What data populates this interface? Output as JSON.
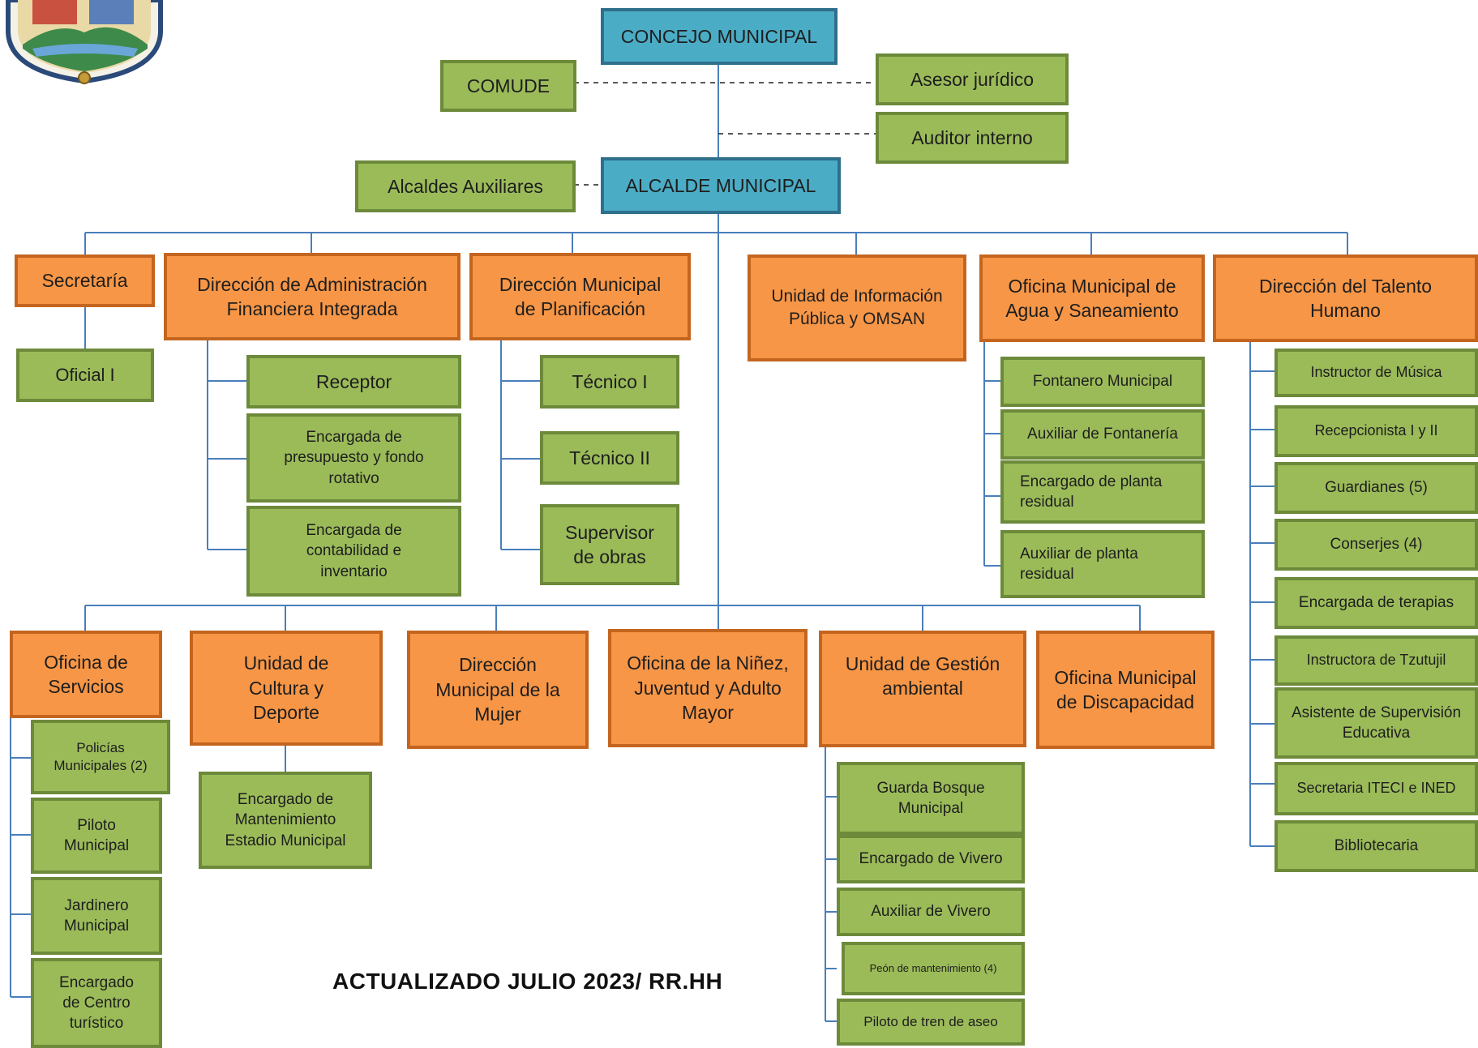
{
  "nodes": {
    "concejo": "CONCEJO MUNICIPAL",
    "comude": "COMUDE",
    "asesor": "Asesor jurídico",
    "auditor": "Auditor interno",
    "alcaldes_aux": "Alcaldes Auxiliares",
    "alcalde": "ALCALDE MUNICIPAL",
    "secretaria": "Secretaría",
    "oficial": "Oficial I",
    "dafi": "Dirección de Administración Financiera Integrada",
    "receptor": "Receptor",
    "presupuesto": "Encargada de presupuesto y fondo rotativo",
    "contabilidad": "Encargada de contabilidad e inventario",
    "dmp": "Dirección Municipal de Planificación",
    "tecnico1": "Técnico I",
    "tecnico2": "Técnico II",
    "supervisor": "Supervisor de obras",
    "uip": "Unidad de Información Pública y OMSAN",
    "omas": "Oficina Municipal de Agua y Saneamiento",
    "fontanero": "Fontanero Municipal",
    "aux_fontaneria": "Auxiliar de Fontanería",
    "enc_planta": "Encargado de planta residual",
    "aux_planta": "Auxiliar de planta residual",
    "talento": "Dirección del Talento Humano",
    "musica": "Instructor de Música",
    "recepcionista": "Recepcionista I y II",
    "guardianes": "Guardianes (5)",
    "conserjes": "Conserjes (4)",
    "terapias": "Encargada de terapias",
    "tzutujil": "Instructora de Tzutujil",
    "asistente_sup": "Asistente de Supervisión Educativa",
    "secretaria_iteci": "Secretaria ITECI e INED",
    "bibliotecaria": "Bibliotecaria",
    "servicios": "Oficina de Servicios",
    "policias": "Policías Municipales (2)",
    "piloto": "Piloto Municipal",
    "jardinero": "Jardinero Municipal",
    "centro_turistico": "Encargado de Centro turístico",
    "cultura": "Unidad de Cultura y Deporte",
    "estadio": "Encargado de Mantenimiento Estadio Municipal",
    "mujer": "Dirección Municipal de la Mujer",
    "ninez": "Oficina de la Niñez, Juventud y Adulto Mayor",
    "gestion": "Unidad de Gestión ambiental",
    "guarda_bosque": "Guarda Bosque Municipal",
    "enc_vivero": "Encargado de Vivero",
    "aux_vivero": "Auxiliar de Vivero",
    "peon": "Peón de mantenimiento (4)",
    "tren_aseo": "Piloto de tren de aseo",
    "discapacidad": "Oficina Municipal de Discapacidad"
  },
  "footer": "ACTUALIZADO JULIO 2023/ RR.HH",
  "colors": {
    "top_level": "#4bacc6",
    "department": "#f79646",
    "position": "#9bbb59",
    "connector": "#4a7ebb"
  },
  "logo": "municipal-coat-of-arms"
}
